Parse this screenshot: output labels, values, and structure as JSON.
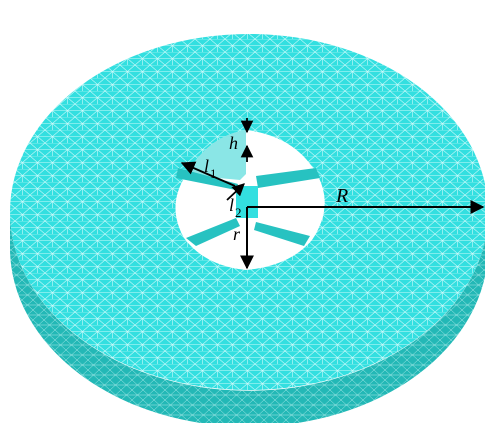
{
  "colors": {
    "mesh_fill": "#33dfe0",
    "mesh_side": "#23b8b6",
    "mesh_line": "#e9ffff",
    "annotation": "#000000",
    "hole": "#ffffff"
  },
  "labels": {
    "h": "h",
    "l": "l",
    "l1_sub": "1",
    "l2_sub": "2",
    "R": "R",
    "r": "r"
  }
}
